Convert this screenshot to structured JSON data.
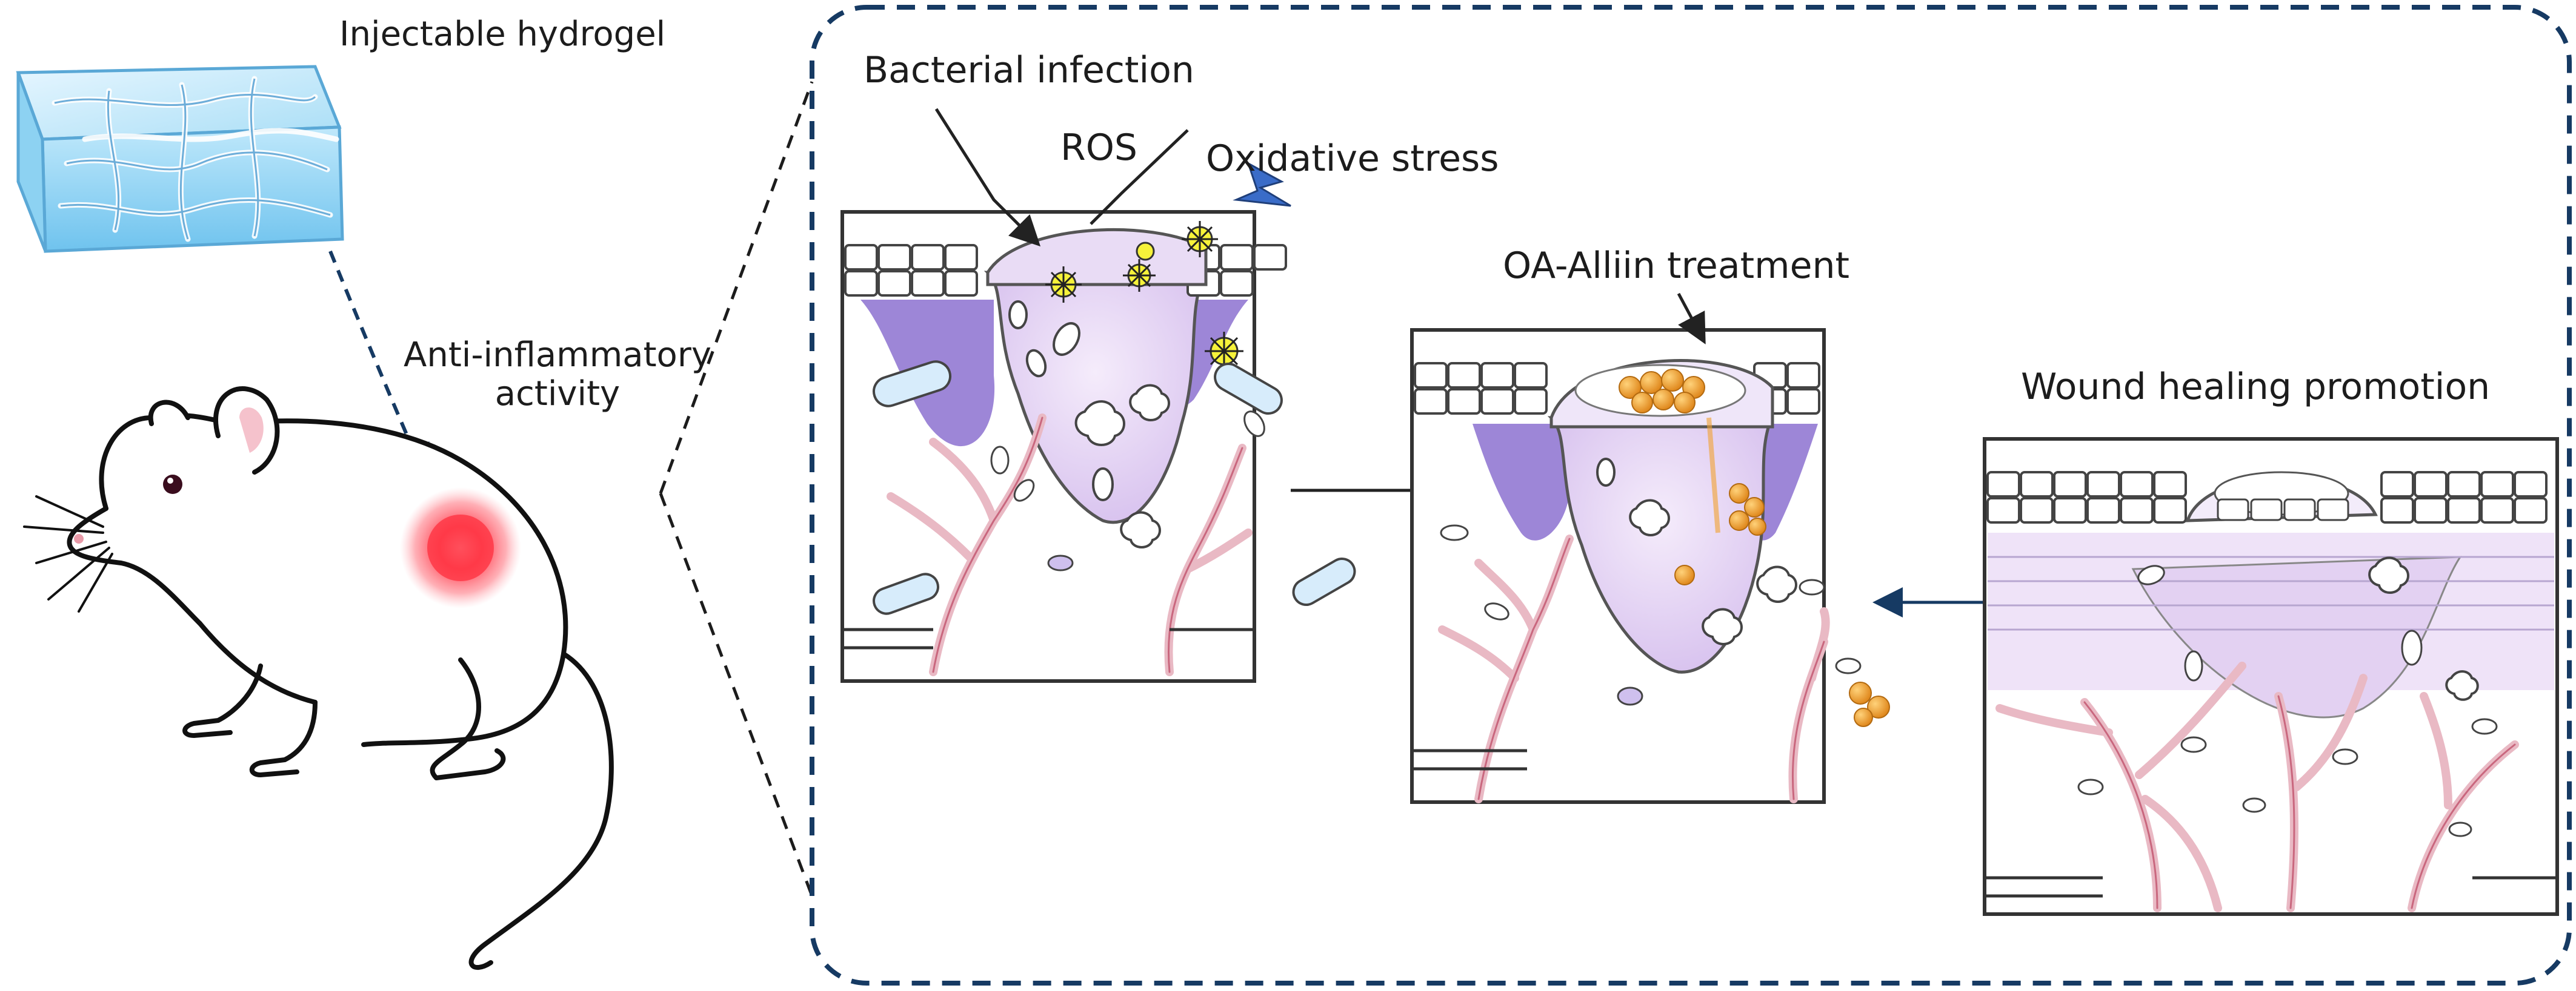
{
  "left": {
    "hydrogel_label": "Injectable hydrogel",
    "activity_line1": "Anti-inflammatory",
    "activity_line2": "activity"
  },
  "panel": {
    "bacterial_infection": "Bacterial infection",
    "ros": "ROS",
    "oxidative_stress": "Oxidative stress",
    "treatment": "OA-Alliin treatment",
    "healing": "Wound healing promotion"
  },
  "colors": {
    "frame_dash": "#163a63",
    "wound_purple": "#e7d6f3",
    "dermis_violet": "#7c5ec9",
    "vessel": "#e9b9c4",
    "particle_orange": "#f2a230",
    "ros_yellow": "#f6f23a",
    "glow_red": "#ff3040"
  }
}
